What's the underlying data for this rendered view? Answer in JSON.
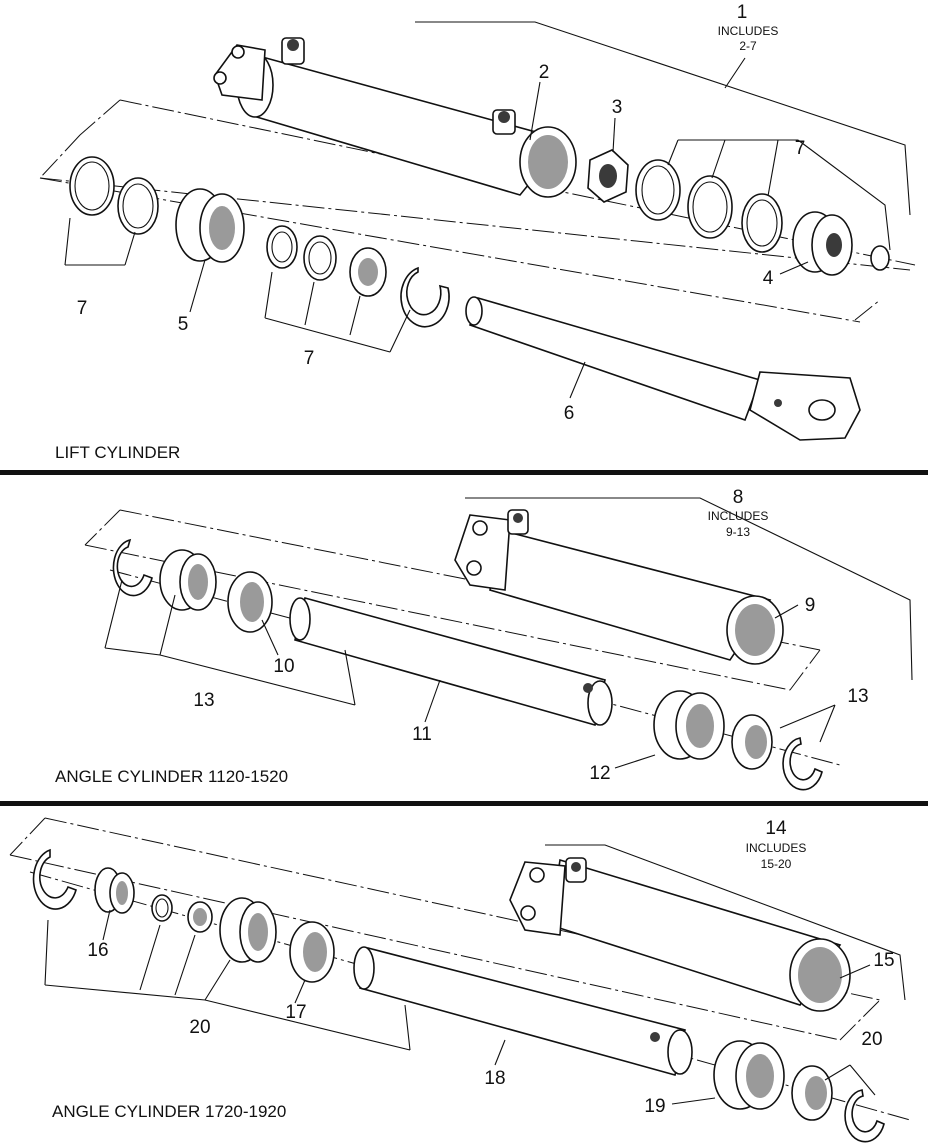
{
  "sections": [
    {
      "title": "LIFT CYLINDER",
      "assembly": {
        "number": "1",
        "includes": "INCLUDES",
        "range": "2-7"
      },
      "callouts": [
        "2",
        "3",
        "7",
        "7",
        "4",
        "5",
        "7",
        "6"
      ]
    },
    {
      "title": "ANGLE CYLINDER 1120-1520",
      "assembly": {
        "number": "8",
        "includes": "INCLUDES",
        "range": "9-13"
      },
      "callouts": [
        "9",
        "10",
        "13",
        "11",
        "12",
        "13"
      ]
    },
    {
      "title": "ANGLE CYLINDER 1720-1920",
      "assembly": {
        "number": "14",
        "includes": "INCLUDES",
        "range": "15-20"
      },
      "callouts": [
        "15",
        "20",
        "16",
        "20",
        "17",
        "18",
        "19"
      ]
    }
  ]
}
